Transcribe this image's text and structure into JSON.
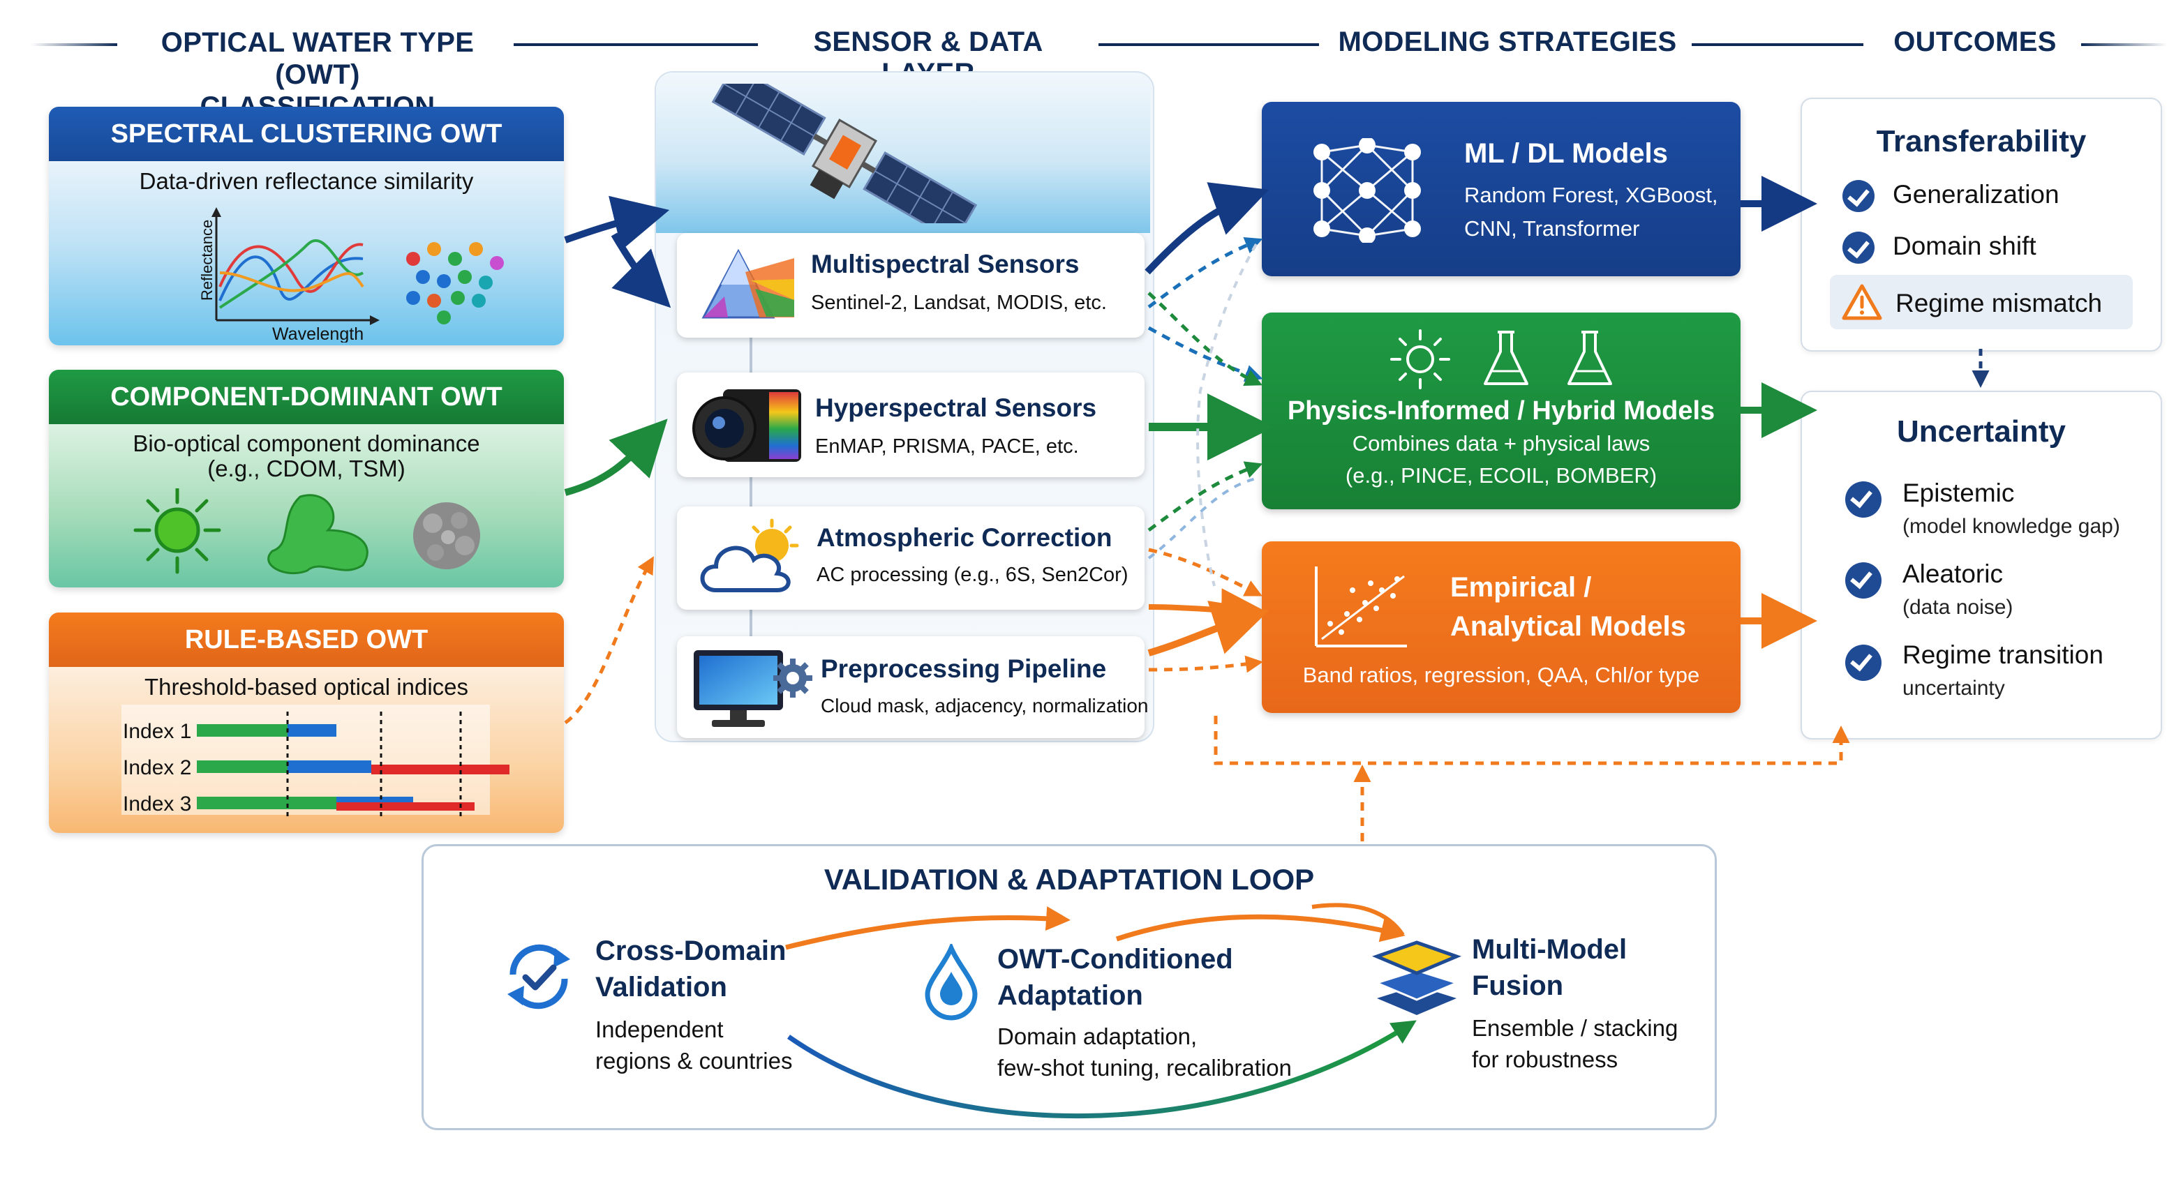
{
  "headers": {
    "owt_line1": "OPTICAL WATER TYPE (OWT)",
    "owt_line2": "CLASSIFICATION PARADIGMS",
    "sensor": "SENSOR & DATA LAYER",
    "modeling": "MODELING STRATEGIES",
    "outcomes": "OUTCOMES"
  },
  "owt": {
    "spectral": {
      "title": "SPECTRAL CLUSTERING OWT",
      "subtitle": "Data-driven reflectance similarity",
      "ylabel": "Reflectance",
      "xlabel": "Wavelength"
    },
    "component": {
      "title": "COMPONENT-DOMINANT OWT",
      "subtitle_l1": "Bio-optical component dominance",
      "subtitle_l2": "(e.g., CDOM, TSM)"
    },
    "rule": {
      "title": "RULE-BASED OWT",
      "subtitle": "Threshold-based optical indices",
      "indices": [
        "Index 1",
        "Index 2",
        "Index 3"
      ]
    }
  },
  "sensors": [
    {
      "title": "Multispectral Sensors",
      "sub": "Sentinel-2, Landsat, MODIS, etc."
    },
    {
      "title": "Hyperspectral Sensors",
      "sub": "EnMAP, PRISMA, PACE, etc."
    },
    {
      "title": "Atmospheric Correction",
      "sub": "AC processing (e.g., 6S, Sen2Cor)"
    },
    {
      "title": "Preprocessing Pipeline",
      "sub": "Cloud mask, adjacency, normalization"
    }
  ],
  "models": {
    "ml": {
      "title": "ML / DL Models",
      "sub_l1": "Random Forest, XGBoost,",
      "sub_l2": "CNN, Transformer"
    },
    "physics": {
      "title": "Physics-Informed / Hybrid Models",
      "sub_l1": "Combines data + physical laws",
      "sub_l2": "(e.g., PINCE, ECOIL, BOMBER)"
    },
    "empirical": {
      "title_l1": "Empirical /",
      "title_l2": "Analytical Models",
      "sub": "Band ratios, regression, QAA, Chl/or type"
    }
  },
  "outcomes": {
    "transferability": {
      "title": "Transferability",
      "items": [
        "Generalization",
        "Domain shift",
        "Regime mismatch"
      ]
    },
    "uncertainty": {
      "title": "Uncertainty",
      "items": [
        {
          "label": "Epistemic",
          "note": "(model knowledge gap)"
        },
        {
          "label": "Aleatoric",
          "note": "(data noise)"
        },
        {
          "label": "Regime transition",
          "note": "uncertainty"
        }
      ]
    }
  },
  "validation": {
    "title": "VALIDATION & ADAPTATION LOOP",
    "cross": {
      "head_l1": "Cross-Domain",
      "head_l2": "Validation",
      "sub_l1": "Independent",
      "sub_l2": "regions & countries"
    },
    "owtc": {
      "head_l1": "OWT-Conditioned",
      "head_l2": "Adaptation",
      "sub_l1": "Domain adaptation,",
      "sub_l2": "few-shot tuning, recalibration"
    },
    "fusion": {
      "head_l1": "Multi-Model",
      "head_l2": "Fusion",
      "sub_l1": "Ensemble / stacking",
      "sub_l2": "for robustness"
    }
  },
  "colors": {
    "navy": "#0e2a55",
    "blue": "#1f4a94",
    "green": "#1d8a3c",
    "orange": "#f07a1c"
  },
  "icons": [
    "satellite-icon",
    "prism-icon",
    "camera-icon",
    "cloud-sun-icon",
    "computer-gear-icon",
    "network-icon",
    "sun-icon",
    "flask-icon",
    "scatter-trend-icon",
    "check-icon",
    "warning-icon",
    "sync-check-icon",
    "water-drop-icon",
    "layers-icon"
  ]
}
